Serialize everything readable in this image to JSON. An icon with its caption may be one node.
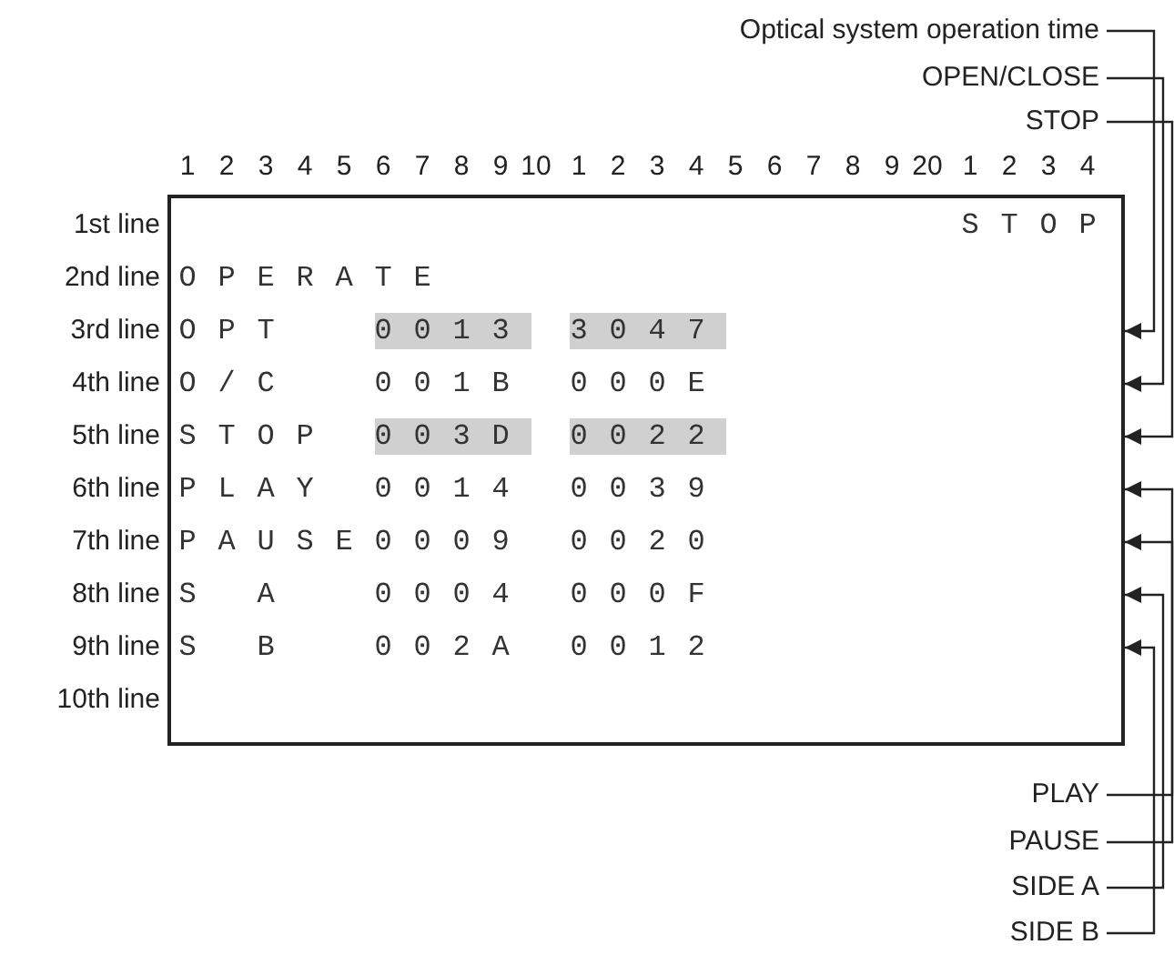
{
  "diagram": {
    "nodes": [
      {
        "text": [
          "Optical system operation time"
        ]
      },
      {
        "text": [
          "OPEN/CLOSE"
        ]
      },
      {
        "text": [
          "STOP"
        ]
      },
      {
        "text": [],
        "shape": "box"
      },
      {
        "text": [
          "STOP"
        ],
        "in": 3
      },
      {
        "text": [
          "OPERATE"
        ],
        "in": 3
      },
      {
        "text": [
          "OPT",
          "0013",
          "3047"
        ],
        "in": 3
      },
      {
        "text": [
          "O/C",
          "001B",
          "000E"
        ],
        "in": 3
      },
      {
        "text": [
          "STOP",
          "003D",
          "0022"
        ],
        "in": 3
      },
      {
        "text": [
          "PLAY",
          "0014",
          "0039"
        ],
        "in": 3
      },
      {
        "text": [
          "PAUSE",
          "0009",
          "0020"
        ],
        "in": 3
      },
      {
        "text": [
          "S A",
          "0004",
          "000F"
        ],
        "in": 3
      },
      {
        "text": [
          "S B",
          "002A",
          "0012"
        ],
        "in": 3
      },
      {
        "text": [
          "PLAY"
        ]
      },
      {
        "text": [
          "PAUSE"
        ]
      },
      {
        "text": [
          "SIDE A"
        ]
      },
      {
        "text": [
          "SIDE B"
        ]
      }
    ],
    "edges": [
      {
        "from": 0,
        "to": 3,
        "arrow": "to"
      },
      {
        "from": 1,
        "to": 3,
        "arrow": "to"
      },
      {
        "from": 2,
        "to": 3,
        "arrow": "to"
      },
      {
        "from": 13,
        "to": 3,
        "arrow": "to"
      },
      {
        "from": 14,
        "to": 3,
        "arrow": "to"
      },
      {
        "from": 15,
        "to": 3,
        "arrow": "to"
      },
      {
        "from": 16,
        "to": 3,
        "arrow": "to"
      }
    ],
    "labels": [
      "1",
      "2",
      "3",
      "4",
      "5",
      "6",
      "7",
      "8",
      "9",
      "10",
      "1",
      "2",
      "3",
      "4",
      "5",
      "6",
      "7",
      "8",
      "9",
      "20",
      "1",
      "2",
      "3",
      "4",
      "1st line",
      "2nd line",
      "3rd line",
      "4th line",
      "5th line",
      "6th line",
      "7th line",
      "8th line",
      "9th line",
      "10th line"
    ]
  }
}
